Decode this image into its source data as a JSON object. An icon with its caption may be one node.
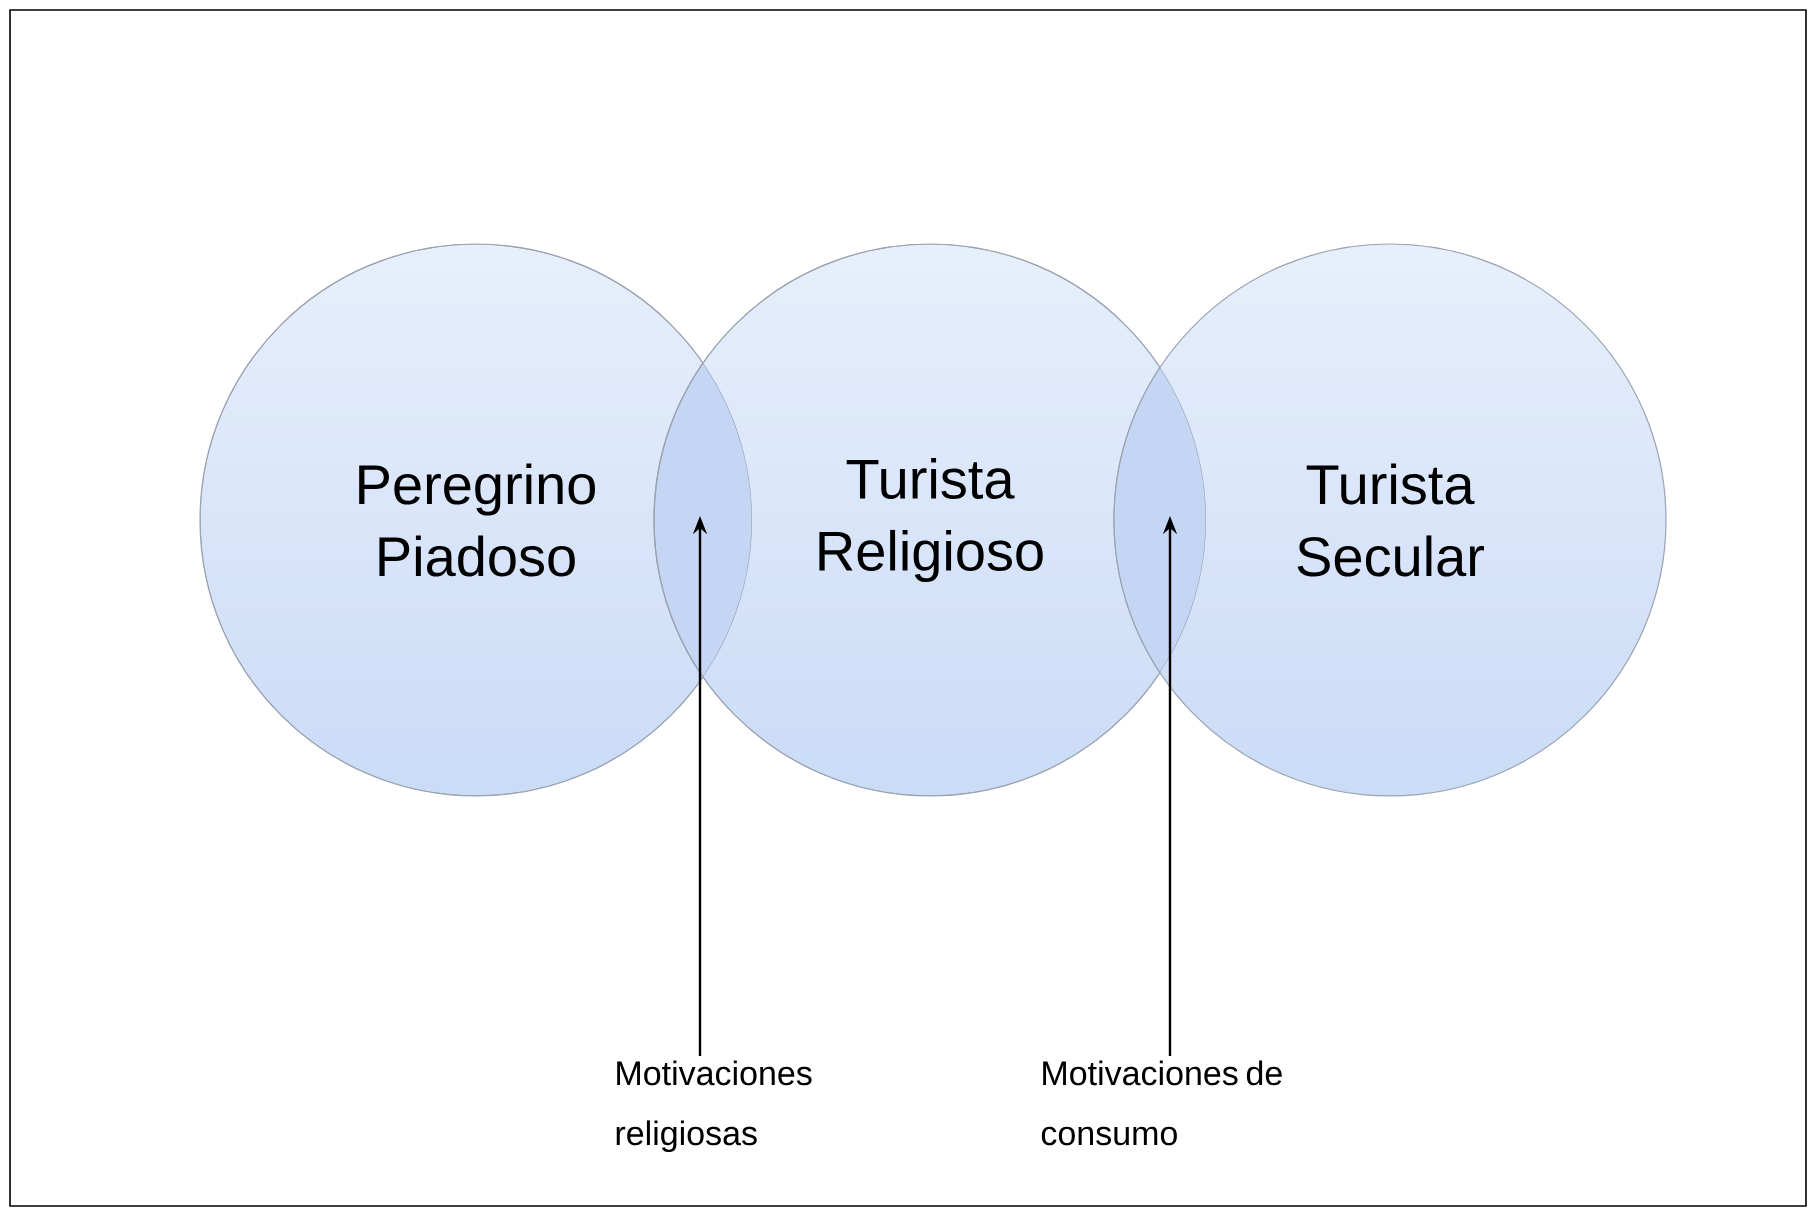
{
  "diagram": {
    "nodes": [
      {
        "text": [
          "Peregrino Piadoso"
        ]
      },
      {
        "text": [
          "Turista Religioso"
        ]
      },
      {
        "text": [
          "Turista Secular"
        ]
      },
      {
        "text": [
          "Motivaciones religiosas"
        ]
      },
      {
        "text": [
          "Motivaciones de consumo"
        ]
      }
    ],
    "edges": [
      {
        "from": 3,
        "to": 0,
        "arrow": "to"
      },
      {
        "from": 4,
        "to": 1,
        "arrow": "to"
      }
    ]
  }
}
